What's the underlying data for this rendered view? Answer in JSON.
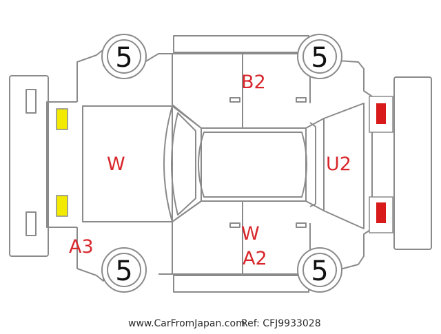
{
  "wheels": {
    "top_left": "5",
    "top_right": "5",
    "bottom_left": "5",
    "bottom_right": "5"
  },
  "damage_marks": {
    "roof_top": "B2",
    "hood": "W",
    "rear": "U2",
    "front_left": "A3",
    "bottom_w": "W",
    "bottom_a2": "A2"
  },
  "footer": {
    "source": "www.CarFromJapan.com",
    "ref": "Ref: CFJ9933028"
  },
  "colors": {
    "line": "#8a8a8a",
    "mark": "#d8262b",
    "front_light": "#f2ea00",
    "rear_light": "#d91a1a"
  }
}
